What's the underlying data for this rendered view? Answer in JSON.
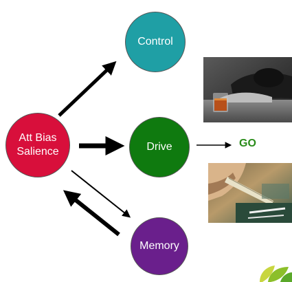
{
  "nodes": {
    "control": {
      "label": "Control",
      "color": "#1f9fa5"
    },
    "drive": {
      "label": "Drive",
      "color": "#0f7a0f"
    },
    "memory": {
      "label": "Memory",
      "color": "#6a1f8c"
    },
    "att_bias": {
      "line1": "Att Bias",
      "line2": "Salience",
      "color": "#d80f3b"
    }
  },
  "outcome": {
    "label": "GO",
    "color": "#2a8c1a"
  },
  "photos": [
    {
      "name": "drinking-photo",
      "description": "person slumped over table with whiskey glass"
    },
    {
      "name": "drug-use-photo",
      "description": "person snorting powder through rolled note"
    }
  ],
  "logo": {
    "name": "green-leaf-logo",
    "color": "#a8c832"
  }
}
